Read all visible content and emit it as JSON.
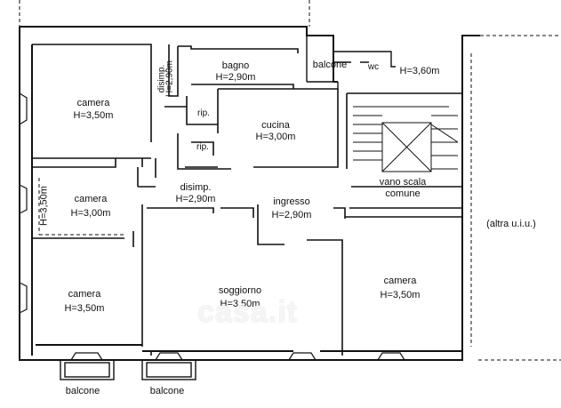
{
  "rooms": {
    "camera_nw": {
      "name": "camera",
      "height": "H=3,50m"
    },
    "disimp_top": {
      "name": "disimp.",
      "height": "H=2,90m"
    },
    "bagno": {
      "name": "bagno",
      "height": "H=2,90m"
    },
    "balcone_top": {
      "name": "balcone"
    },
    "wc": {
      "name": "wc"
    },
    "wc_height": {
      "height": "H=3,60m"
    },
    "rip_1": {
      "name": "rip."
    },
    "rip_2": {
      "name": "rip."
    },
    "cucina": {
      "name": "cucina",
      "height": "H=3,00m"
    },
    "camera_mid": {
      "name": "camera",
      "height": "H=3,00m"
    },
    "camera_mid_side": {
      "height": "H=3,50m"
    },
    "disimp_mid": {
      "name": "disimp.",
      "height": "H=2,90m"
    },
    "ingresso": {
      "name": "ingresso",
      "height": "H=2,90m"
    },
    "vano_scala": {
      "line1": "vano scala",
      "line2": "comune"
    },
    "altra_uiu": {
      "name": "(altra u.i.u.)"
    },
    "camera_sw": {
      "name": "camera",
      "height": "H=3,50m"
    },
    "soggiorno": {
      "name": "soggiorno",
      "height": "H=3,50m"
    },
    "camera_se": {
      "name": "camera",
      "height": "H=3,50m"
    },
    "balcone_bl": {
      "name": "balcone"
    },
    "balcone_bm": {
      "name": "balcone"
    }
  },
  "watermark": "casa.it",
  "colors": {
    "wall": "#111111",
    "grid": "#333333",
    "bg": "#ffffff"
  }
}
